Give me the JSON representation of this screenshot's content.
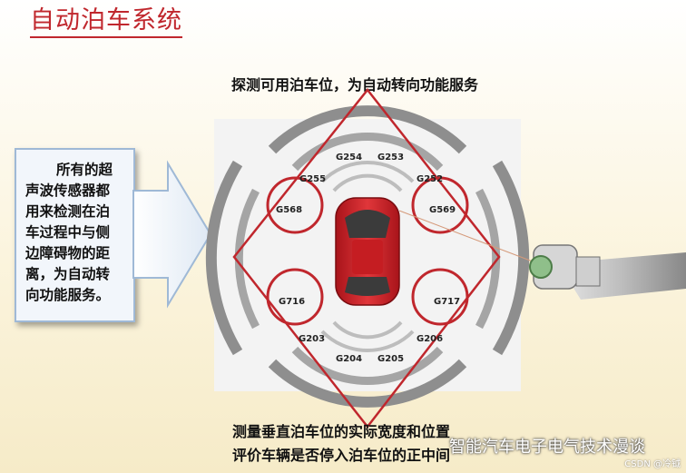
{
  "title": "自动泊车系统",
  "top_note": "探测可用泊车位，为自动转向功能服务",
  "callout": {
    "lines": [
      "所有的超",
      "声波传感器都",
      "用来检测在泊",
      "车过程中与侧",
      "边障碍物的距",
      "离，为自动转",
      "向功能服务。"
    ]
  },
  "sensors": {
    "g254": "G254",
    "g253": "G253",
    "g255": "G255",
    "g252": "G252",
    "g568": "G568",
    "g569": "G569",
    "g716": "G716",
    "g717": "G717",
    "g203": "G203",
    "g206": "G206",
    "g204": "G204",
    "g205": "G205"
  },
  "bottom_note": {
    "line1": "测量垂直泊车位的实际宽度和位置",
    "line2": "评价车辆是否停入泊车位的正中间"
  },
  "watermark": "智能汽车电子电气技术漫谈",
  "csdn": "CSDN @冷钺",
  "colors": {
    "accent_red": "#c0272d",
    "car_red": "#d3262b",
    "callout_border": "#9fb9d6"
  }
}
